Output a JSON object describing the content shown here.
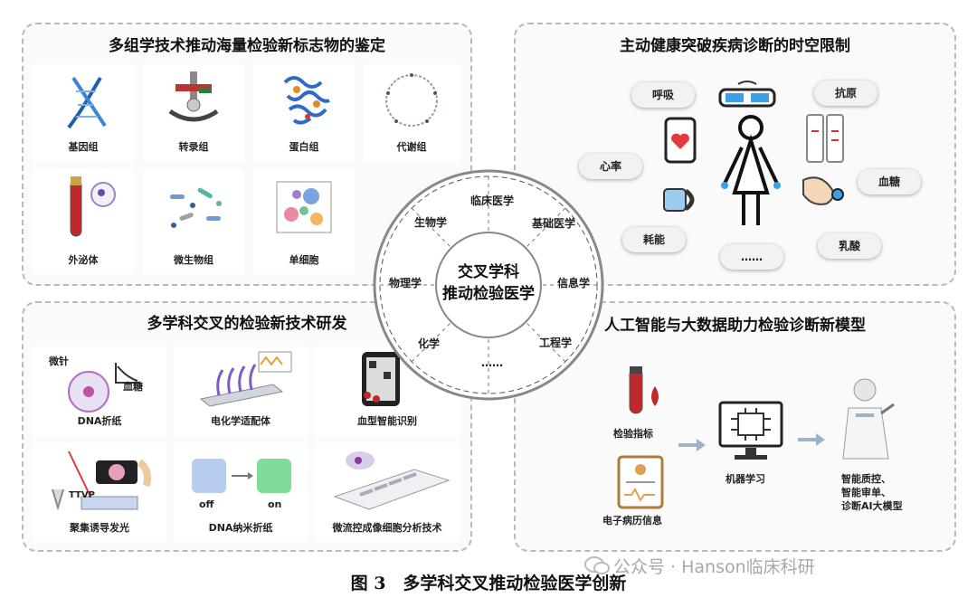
{
  "panels": {
    "omics": {
      "title": "多组学技术推动海量检验新标志物的鉴定",
      "cells": [
        "基因组",
        "转录组",
        "蛋白组",
        "代谢组",
        "外泌体",
        "微生物组",
        "单细胞"
      ]
    },
    "health": {
      "title": "主动健康突破疾病诊断的时空限制",
      "pills": [
        "呼吸",
        "抗原",
        "心率",
        "血糖",
        "耗能",
        "乳酸",
        "……"
      ]
    },
    "tech": {
      "title": "多学科交叉的检验新技术研发",
      "cells": [
        "DNA折纸",
        "电化学适配体",
        "血型智能识别",
        "聚集诱导发光",
        "DNA纳米折纸",
        "微流控成像细胞分析技术"
      ],
      "inner": {
        "needle": "微针",
        "glucose": "血糖",
        "ttvp": "TTVP",
        "off": "off",
        "on": "on"
      }
    },
    "ai": {
      "title": "人工智能与大数据助力检验诊断新模型",
      "nodes": {
        "indicator": "检验指标",
        "emr": "电子病历信息",
        "ml": "机器学习",
        "out1": "智能质控、",
        "out2": "智能审单、",
        "out3": "诊断AI大模型"
      }
    }
  },
  "hub": {
    "center1": "交叉学科",
    "center2": "推动检验医学",
    "segments": [
      "临床医学",
      "基础医学",
      "信息学",
      "工程学",
      "……",
      "化学",
      "物理学",
      "生物学"
    ]
  },
  "caption": "图 3　多学科交叉推动检验医学创新",
  "watermark": "公众号 · Hanson临床科研",
  "colors": {
    "blue": "#1f5fb0",
    "red": "#c0282b",
    "panel_border": "#b9b9b9"
  }
}
